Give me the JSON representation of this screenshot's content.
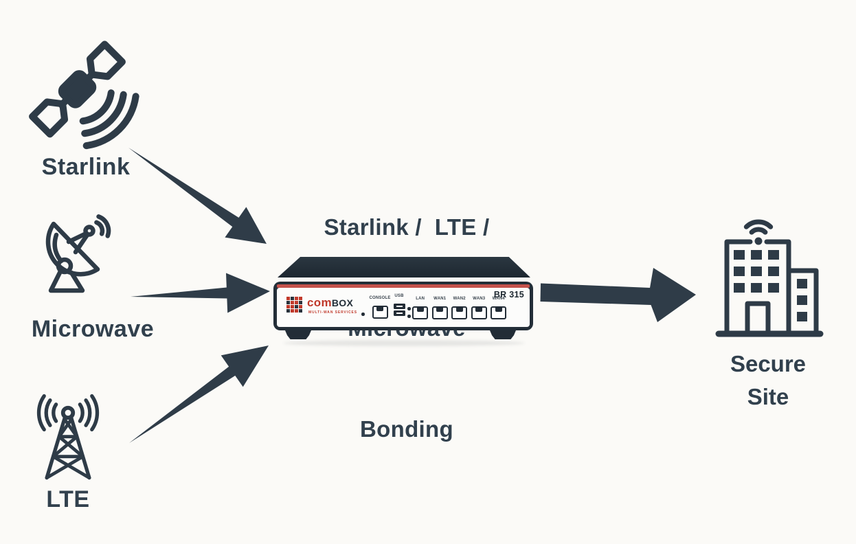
{
  "colors": {
    "ink": "#2e3b47",
    "text": "#31404d",
    "red": "#c0392b",
    "stripe": "#c4524c",
    "body": "#232e38",
    "face": "#fcfcfb",
    "bg": "#fbfaf7"
  },
  "title": {
    "line1": "Starlink /  LTE /",
    "line2": "Microwave",
    "line3": "Bonding"
  },
  "sources": [
    {
      "label": "Starlink"
    },
    {
      "label": "Microwave"
    },
    {
      "label": "LTE"
    }
  ],
  "destination": {
    "line1": "Secure",
    "line2": "Site"
  },
  "device": {
    "model": "BR 315",
    "brand_prefix": "com",
    "brand_suffix": "BOX",
    "tagline": "MULTI-WAN SERVICES",
    "console_label": "CONSOLE",
    "usb_label": "USB",
    "port_labels": [
      "LAN",
      "WAN1",
      "WAN2",
      "WAN3",
      "WAN4"
    ]
  }
}
